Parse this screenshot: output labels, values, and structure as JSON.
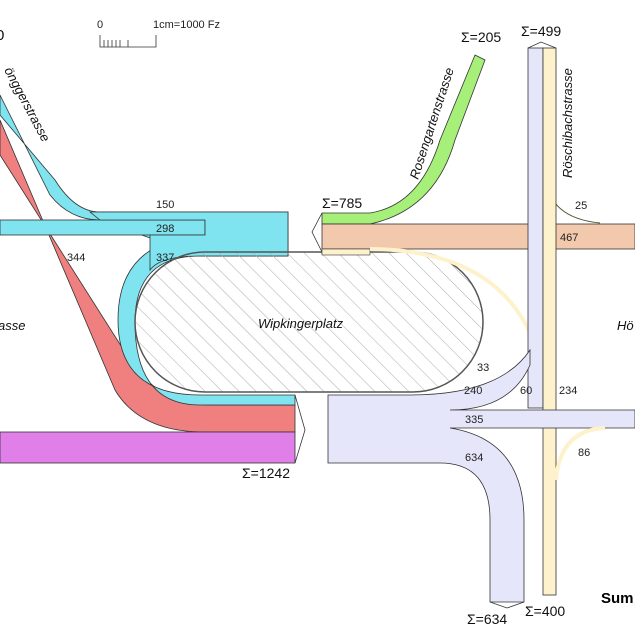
{
  "scale": {
    "zero": "0",
    "label": "1cm=1000 Fz"
  },
  "top_left_fragment": "0",
  "streets": {
    "hoengger": "önggerstrasse",
    "left": "asse",
    "rosengarten": "Rosengartenstrasse",
    "roeschibach": "Röschibachstrasse",
    "right": "Hö",
    "center": "Wipkingerplatz"
  },
  "sums": {
    "green_entry": "Σ=785",
    "rosengarten": "Σ=205",
    "roeschibach_top": "Σ=499",
    "left_exit": "Σ=1242",
    "bottom_lavender": "Σ=634",
    "bottom_yellow": "Σ=400"
  },
  "flows": [
    "150",
    "298",
    "337",
    "344",
    "25",
    "467",
    "33",
    "240",
    "60",
    "234",
    "335",
    "86",
    "634"
  ],
  "footer_fragment": "Sum",
  "colors": {
    "cyan": "#7fe3f0",
    "red": "#f07f7f",
    "magenta": "#e07fe8",
    "green": "#a6f07a",
    "peach": "#f2c9ad",
    "lavender": "#e6e6fa",
    "yellow": "#fdf2cc",
    "hatch": "#bbbbbb"
  }
}
